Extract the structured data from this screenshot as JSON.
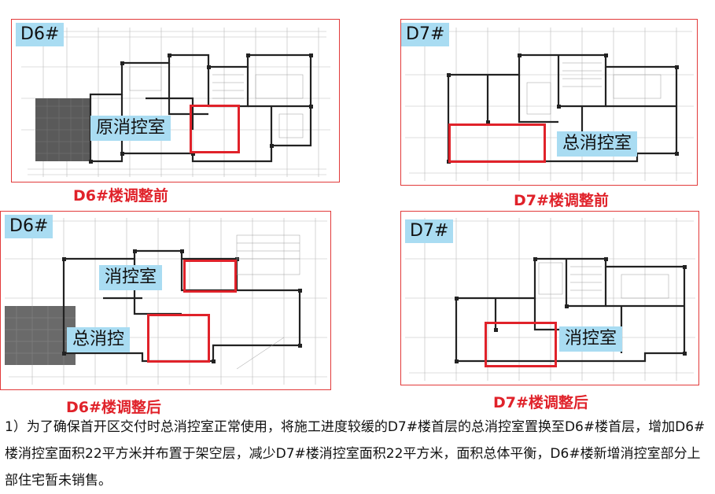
{
  "panels": {
    "d6_before": {
      "tag": "D6#",
      "room_label": "原消控室",
      "caption": "D6#楼调整前"
    },
    "d7_before": {
      "tag": "D7#",
      "room_label": "总消控室",
      "caption": "D7#楼调整前"
    },
    "d6_after": {
      "tag": "D6#",
      "room_label_1": "消控室",
      "room_label_2": "总消控",
      "caption": "D6#楼调整后"
    },
    "d7_after": {
      "tag": "D7#",
      "room_label": "消控室",
      "caption": "D7#楼调整后"
    }
  },
  "description": "1）为了确保首开区交付时总消控室正常使用，将施工进度较缓的D7#楼首层的总消控室置换至D6#楼首层，增加D6#楼消控室面积22平方米并布置于架空层，减少D7#楼消控室面积22平方米，面积总体平衡，D6#楼新增消控室部分上部住宅暂未销售。",
  "colors": {
    "highlight": "#e0222a",
    "label_bg": "#a9dcf2",
    "frame": "#e23a3a"
  }
}
